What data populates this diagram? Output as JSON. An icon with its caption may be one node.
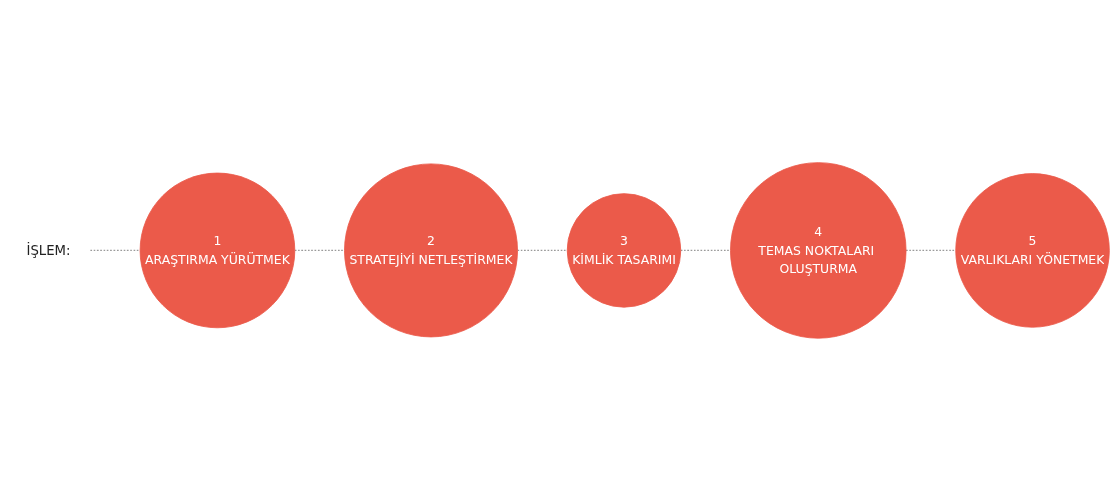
{
  "diagram": {
    "nodes": [
      {
        "text": [
          "İŞLEM:"
        ]
      },
      {
        "text": [
          "1",
          "ARAŞTIRMA YÜRÜTMEK"
        ]
      },
      {
        "text": [
          "2",
          "STRATEJİYİ NETLEŞTİRMEK"
        ]
      },
      {
        "text": [
          "3",
          "KİMLİK TASARIMI"
        ]
      },
      {
        "text": [
          "4",
          "TEMAS NOKTALARI OLUŞTURMA"
        ]
      },
      {
        "text": [
          "5",
          "VARLIKLARI YÖNETMEK"
        ]
      }
    ],
    "edges": [
      {
        "from": 0,
        "to": 1,
        "arrow": "none",
        "style": "dashed"
      },
      {
        "from": 1,
        "to": 2,
        "arrow": "none",
        "style": "dashed"
      },
      {
        "from": 2,
        "to": 3,
        "arrow": "none",
        "style": "dashed"
      },
      {
        "from": 3,
        "to": 4,
        "arrow": "none",
        "style": "dashed"
      },
      {
        "from": 4,
        "to": 5,
        "arrow": "none",
        "style": "dashed"
      }
    ]
  }
}
